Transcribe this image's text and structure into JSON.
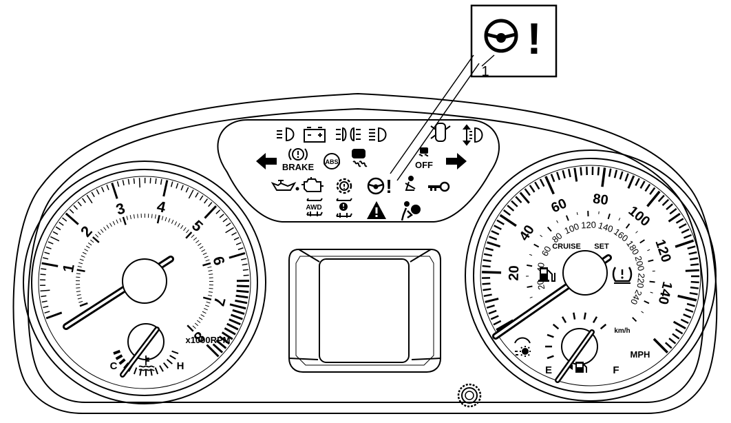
{
  "callout": {
    "number": "1",
    "icon": "steering-wheel-warning-icon",
    "mark": "!"
  },
  "tachometer": {
    "ticks": [
      "1",
      "2",
      "3",
      "4",
      "5",
      "6",
      "7",
      "8"
    ],
    "unit": "x1000RPM",
    "redline_from": 6.5,
    "needle_value": 0
  },
  "temperature": {
    "cold": "C",
    "hot": "H",
    "icon": "coolant-temperature-icon"
  },
  "speedometer": {
    "mph_ticks": [
      "20",
      "40",
      "60",
      "80",
      "100",
      "120",
      "140"
    ],
    "kmh_ticks": [
      "20",
      "40",
      "60",
      "80",
      "100",
      "120",
      "140",
      "160",
      "180",
      "200",
      "220",
      "240"
    ],
    "unit_mph": "MPH",
    "unit_kmh": "km/h",
    "cruise": "CRUISE",
    "set": "SET",
    "needle_value": 0
  },
  "fuel": {
    "empty": "E",
    "full": "F",
    "icon": "fuel-pump-icon"
  },
  "warning_panel": {
    "brake": "BRAKE",
    "abs": "(ABS)",
    "off": "OFF",
    "awd": "AWD",
    "exclaim": "!",
    "icons": [
      "fog-light-icon",
      "battery-icon",
      "parking-lights-icon",
      "high-beam-icon",
      "door-ajar-icon",
      "headlamp-leveling-icon",
      "left-turn-arrow-icon",
      "brake-warning-icon",
      "abs-icon",
      "traction-control-icon",
      "traction-off-icon",
      "right-turn-arrow-icon",
      "oil-pressure-icon",
      "check-engine-icon",
      "transmission-icon",
      "power-steering-icon",
      "seatbelt-icon",
      "immobilizer-key-icon",
      "awd-icon",
      "awd-service-icon",
      "hazard-triangle-icon",
      "airbag-icon"
    ]
  },
  "colors": {
    "line": "#000000",
    "background": "#ffffff"
  }
}
